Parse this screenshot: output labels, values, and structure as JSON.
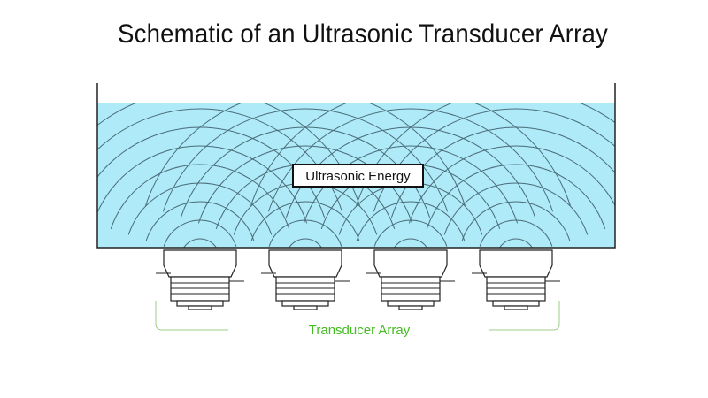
{
  "title": "Schematic of an Ultrasonic Transducer Array",
  "energy_label": "Ultrasonic Energy",
  "array_label": "Transducer Array",
  "transducer_count": 4,
  "colors": {
    "water": "#aeeaf7",
    "wave": "#4a6b78",
    "outline": "#222222",
    "label_green": "#44bb22",
    "bracket": "#9ccc88"
  }
}
